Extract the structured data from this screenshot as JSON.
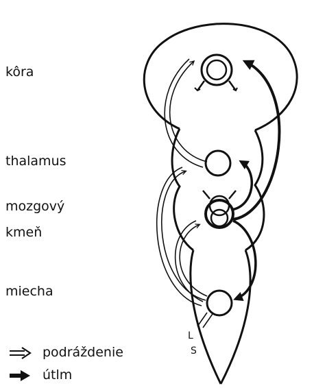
{
  "labels": {
    "kora": "kôra",
    "thalamus": "thalamus",
    "mozgovy": "mozgový",
    "kmen": "kmeň",
    "miecha": "miecha"
  },
  "legend": {
    "excitation_label": "podráždenie",
    "inhibition_label": "útlm",
    "excitation_icon": "hollow-double-arrow-icon",
    "inhibition_icon": "solid-arrow-icon"
  },
  "markers": {
    "l": "L",
    "s": "S"
  },
  "colors": {
    "ink": "#111111",
    "background": "#ffffff"
  }
}
